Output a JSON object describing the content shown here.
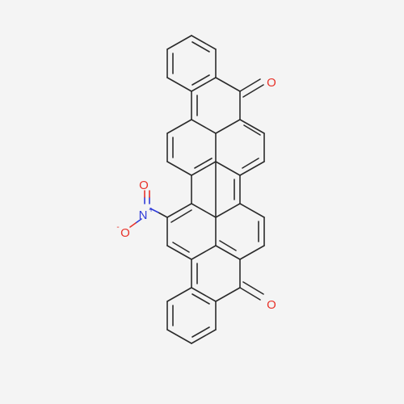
{
  "molecule": {
    "atoms": {
      "oxygen_top": "O",
      "oxygen_bottom": "O",
      "nitro_nitrogen": "N",
      "nitro_nitrogen_charge": "+",
      "nitro_oxygen_double": "O",
      "nitro_oxygen_single": "O",
      "nitro_oxygen_charge": "-"
    },
    "colors": {
      "bond": "#2b2b2b",
      "oxygen": "#e8332a",
      "nitrogen": "#2f3bd8",
      "background": "#f4f4f4"
    }
  }
}
